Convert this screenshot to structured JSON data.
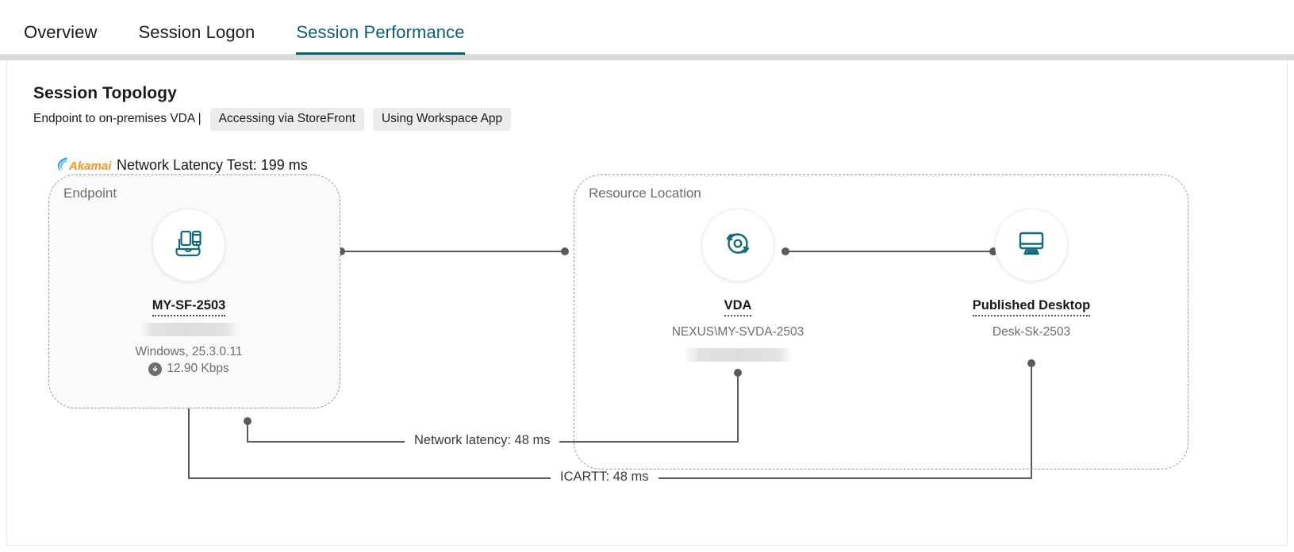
{
  "tabs": [
    {
      "label": "Overview",
      "active": false
    },
    {
      "label": "Session Logon",
      "active": false
    },
    {
      "label": "Session Performance",
      "active": true
    }
  ],
  "colors": {
    "accent": "#0c5d72",
    "icon_teal": "#15697e",
    "chip_bg": "#ececec",
    "line": "#5a5a5a",
    "dashed_border": "#9a9a9a",
    "akamai_orange": "#f7941e",
    "akamai_blue": "#2ba6e0"
  },
  "header": {
    "title": "Session Topology",
    "subtitle": "Endpoint to on-premises VDA |",
    "chips": [
      "Accessing via StoreFront",
      "Using Workspace App"
    ]
  },
  "akamai": {
    "logo_word": "Akamai",
    "label": "Network Latency Test: 199 ms"
  },
  "zones": {
    "endpoint": {
      "label": "Endpoint"
    },
    "resource": {
      "label": "Resource Location"
    }
  },
  "nodes": {
    "endpoint": {
      "icon": "devices-icon",
      "title": "MY-SF-2503",
      "redacted": true,
      "os": "Windows, 25.3.0.11",
      "bandwidth": "12.90 Kbps",
      "bandwidth_icon": "download-icon"
    },
    "vda": {
      "icon": "sync-arrows-icon",
      "title": "VDA",
      "subtitle": "NEXUS\\MY-SVDA-2503",
      "redacted": true
    },
    "published_desktop": {
      "icon": "monitor-icon",
      "title": "Published Desktop",
      "subtitle": "Desk-Sk-2503"
    }
  },
  "edges": [
    {
      "name": "network-latency",
      "label": "Network latency: 48 ms"
    },
    {
      "name": "ica-rtt",
      "label": "ICARTT: 48 ms"
    }
  ]
}
